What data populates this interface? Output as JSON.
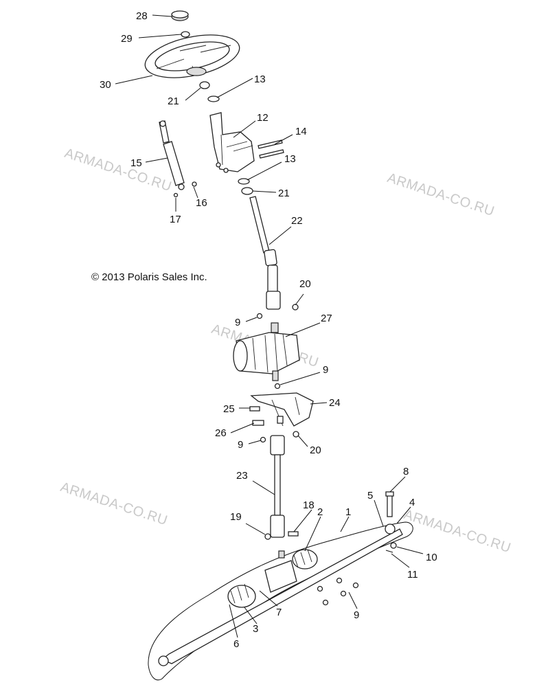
{
  "copyright": "© 2013 Polaris Sales Inc.",
  "watermark": "ARMADA-CO.RU",
  "callouts": [
    "28",
    "29",
    "30",
    "21",
    "13",
    "12",
    "14",
    "13",
    "21",
    "15",
    "16",
    "17",
    "22",
    "20",
    "9",
    "27",
    "9",
    "24",
    "25",
    "26",
    "9",
    "20",
    "23",
    "8",
    "4",
    "5",
    "1",
    "2",
    "18",
    "19",
    "10",
    "11",
    "7",
    "3",
    "6",
    "9"
  ]
}
